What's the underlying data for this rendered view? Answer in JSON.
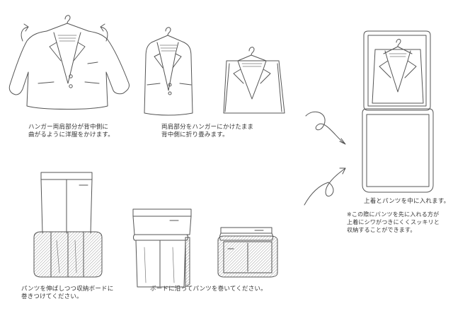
{
  "steps": {
    "step1": {
      "lines": [
        "ハンガー両肩部分が背中側に",
        "曲がるように洋服をかけます。"
      ]
    },
    "step2": {
      "lines": [
        "両肩部分をハンガーにかけたまま",
        "背中側に折り畳みます。"
      ]
    },
    "step3": {
      "lines": [
        "パンツを伸ばしつつ収納ボードに",
        "巻きつけてください。"
      ]
    },
    "step4": {
      "lines": [
        "ボードに沿ってパンツを巻いてください。"
      ]
    },
    "step5": {
      "lines": [
        "上着とパンツを中に入れます。"
      ]
    },
    "note": {
      "lines": [
        "※この際にパンツを先に入れる方が",
        "上着にシワがつきにくくスッキリと",
        "収納することができます。"
      ]
    }
  },
  "colors": {
    "line": "#555555",
    "text": "#333333",
    "background": "#ffffff"
  }
}
